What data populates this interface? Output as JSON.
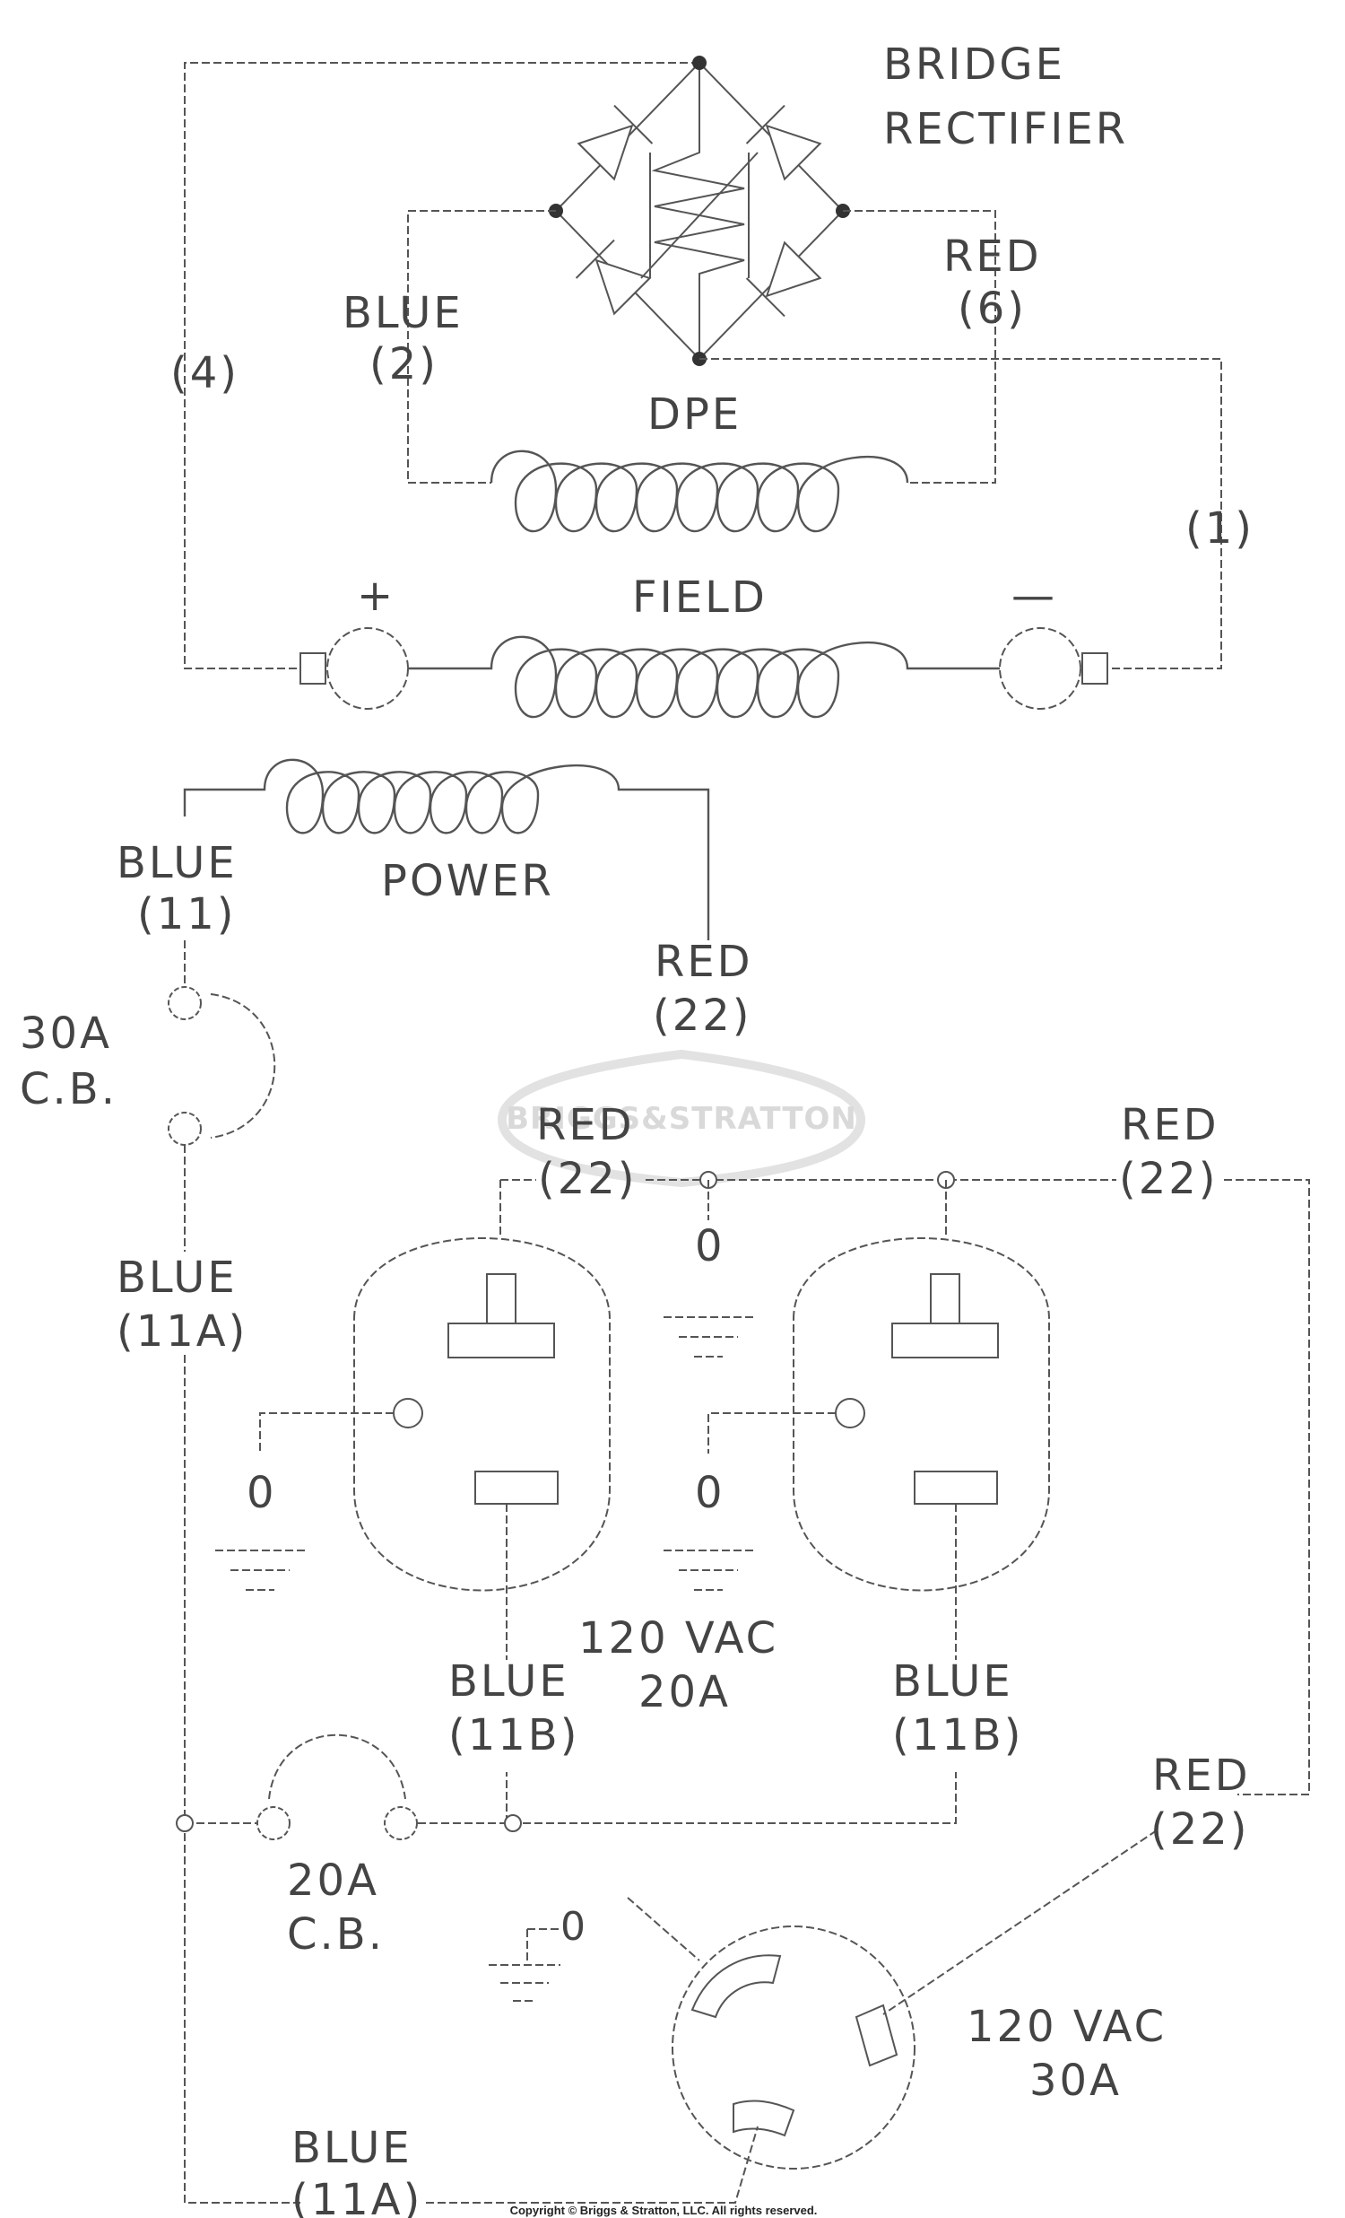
{
  "labels": {
    "bridge_rectifier_line1": "BRIDGE",
    "bridge_rectifier_line2": "RECTIFIER",
    "wire_4": "(4)",
    "blue_2_color": "BLUE",
    "blue_2_num": "(2)",
    "red_6_color": "RED",
    "red_6_num": "(6)",
    "dpe": "DPE",
    "wire_1": "(1)",
    "plus": "+",
    "minus": "—",
    "field": "FIELD",
    "blue_11_color": "BLUE",
    "blue_11_num": "(11)",
    "power": "POWER",
    "red_22_top_color": "RED",
    "red_22_top_num": "(22)",
    "cb30_line1": "30A",
    "cb30_line2": "C.B.",
    "red_22_mid_color": "RED",
    "red_22_mid_num": "(22)",
    "red_22_right_color": "RED",
    "red_22_right_num": "(22)",
    "blue_11a_top_color": "BLUE",
    "blue_11a_top_num": "(11A)",
    "zero_center": "0",
    "zero_left": "0",
    "zero_center_low": "0",
    "vac20_line1": "120 VAC",
    "vac20_line2": "20A",
    "blue_11b_left_color": "BLUE",
    "blue_11b_left_num": "(11B)",
    "blue_11b_right_color": "BLUE",
    "blue_11b_right_num": "(11B)",
    "cb20_line1": "20A",
    "cb20_line2": "C.B.",
    "red_22_low_color": "RED",
    "red_22_low_num": "(22)",
    "zero_receptacle": "0",
    "vac30_line1": "120 VAC",
    "vac30_line2": "30A",
    "blue_11a_bottom_color": "BLUE",
    "blue_11a_bottom_num": "(11A)"
  },
  "watermark": "BRIGGS&STRATTON",
  "copyright": "Copyright © Briggs & Stratton, LLC. All rights reserved."
}
